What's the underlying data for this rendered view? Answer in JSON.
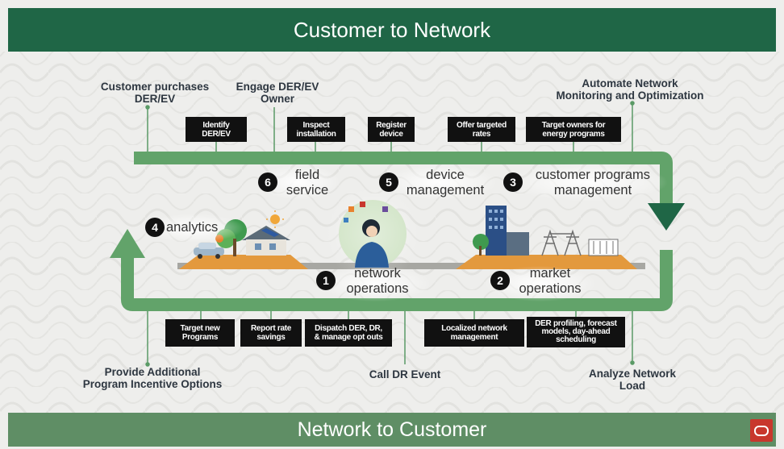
{
  "colors": {
    "banner_top": "#1f6646",
    "banner_bottom": "#5f8e65",
    "loop_arrow": "#62a36a",
    "logo": "#c8372d"
  },
  "banners": {
    "top": "Customer to Network",
    "bottom": "Network to Customer"
  },
  "callouts": {
    "customer_purchases": [
      "Customer purchases",
      "DER/EV"
    ],
    "engage_owner": [
      "Engage DER/EV",
      "Owner"
    ],
    "automate_network": [
      "Automate Network",
      "Monitoring and Optimization"
    ],
    "provide_additional": [
      "Provide Additional",
      "Program Incentive Options"
    ],
    "call_dr": [
      "Call DR Event"
    ],
    "analyze_network": [
      "Analyze Network",
      "Load"
    ]
  },
  "top_boxes": [
    [
      "Identify",
      "DER/EV"
    ],
    [
      "Inspect",
      "installation"
    ],
    [
      "Register",
      "device"
    ],
    [
      "Offer targeted",
      "rates"
    ],
    [
      "Target owners for",
      "energy programs"
    ]
  ],
  "bottom_boxes": [
    [
      "Target new",
      "Programs"
    ],
    [
      "Report rate",
      "savings"
    ],
    [
      "Dispatch DER, DR,",
      "& manage opt outs"
    ],
    [
      "Localized network",
      "management"
    ],
    [
      "DER profiling, forecast",
      "models, day-ahead",
      "scheduling"
    ]
  ],
  "stages": [
    {
      "num": "1",
      "label": [
        "network",
        "operations"
      ]
    },
    {
      "num": "2",
      "label": [
        "market",
        "operations"
      ]
    },
    {
      "num": "3",
      "label": [
        "customer programs",
        "management"
      ]
    },
    {
      "num": "4",
      "label": [
        "analytics"
      ]
    },
    {
      "num": "5",
      "label": [
        "device",
        "management"
      ]
    },
    {
      "num": "6",
      "label": [
        "field",
        "service"
      ]
    }
  ],
  "icons": [
    "house-solar-ev-icon",
    "operator-person-icon",
    "city-grid-icon",
    "oracle-logo-icon"
  ]
}
